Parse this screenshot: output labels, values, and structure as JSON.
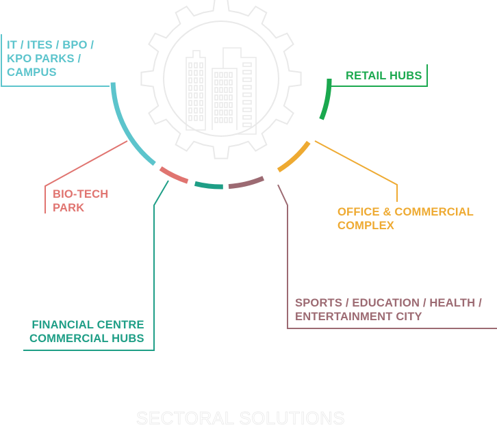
{
  "segments": [
    {
      "id": "it",
      "lines": [
        "IT / ITES / BPO /",
        "KPO PARKS /",
        "CAMPUS"
      ],
      "color": "#5cc4cc"
    },
    {
      "id": "bio",
      "lines": [
        "BIO-TECH",
        "PARK"
      ],
      "color": "#e07470"
    },
    {
      "id": "fin",
      "lines": [
        "FINANCIAL CENTRE",
        "COMMERCIAL HUBS"
      ],
      "color": "#1e9e86"
    },
    {
      "id": "sports",
      "lines": [
        "SPORTS / EDUCATION / HEALTH /",
        "ENTERTAINMENT CITY"
      ],
      "color": "#9c6a72"
    },
    {
      "id": "office",
      "lines": [
        "OFFICE & COMMERCIAL",
        "COMPLEX"
      ],
      "color": "#eeaa32"
    },
    {
      "id": "retail",
      "lines": [
        "RETAIL HUBS"
      ],
      "color": "#1aa84e"
    }
  ],
  "footer_title": "SECTORAL SOLUTIONS",
  "icons": [
    "gear-icon",
    "buildings-icon"
  ],
  "colors": {
    "gear_outline": "#e9e9e9",
    "background": "#ffffff"
  }
}
